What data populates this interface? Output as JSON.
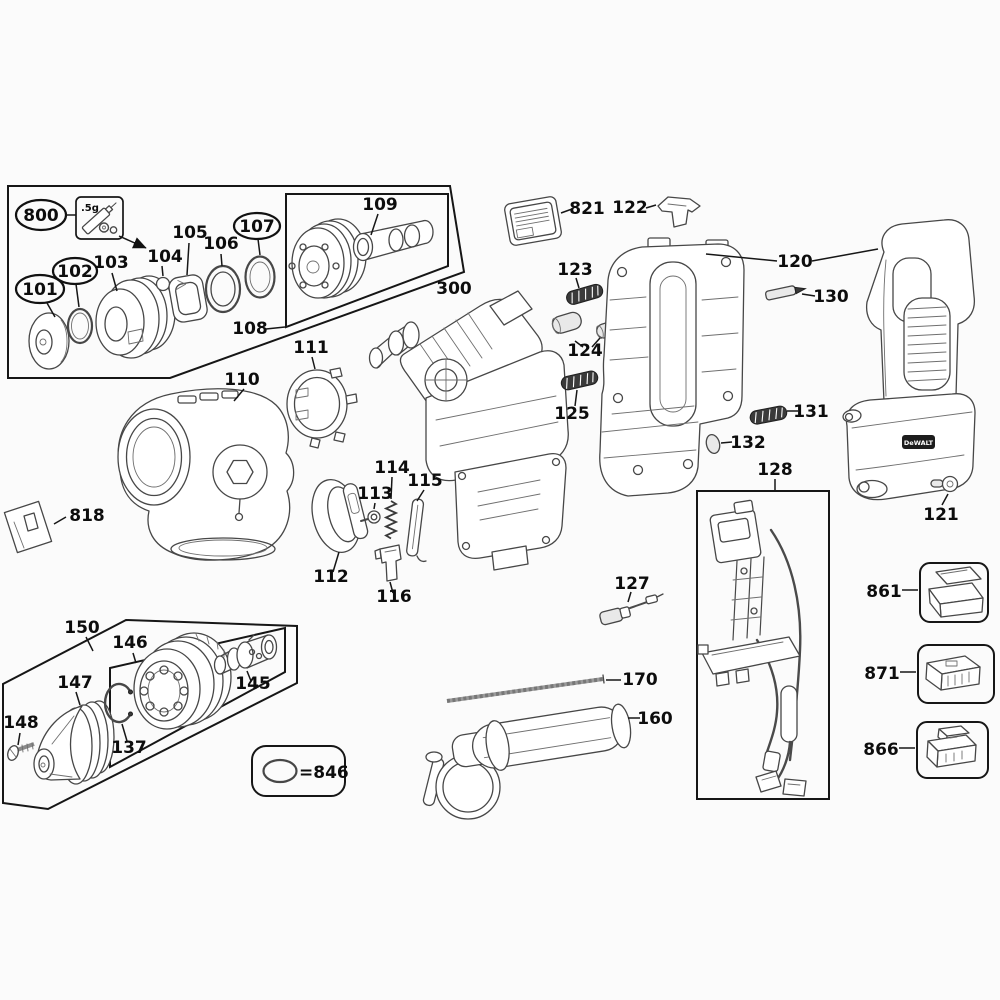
{
  "diagram": {
    "background": "#fbfbfb",
    "outline_color": "#161616",
    "part_line_color": "#474747",
    "label_color": "#0d0d0d"
  },
  "labels": {
    "l800": "800",
    "l101": "101",
    "l102": "102",
    "l103": "103",
    "l104": "104",
    "l105": "105",
    "l106": "106",
    "l107": "107",
    "l108": "108",
    "l109": "109",
    "l300": "300",
    "l110": "110",
    "l111": "111",
    "l112": "112",
    "l113": "113",
    "l114": "114",
    "l115": "115",
    "l116": "116",
    "l818": "818",
    "l821": "821",
    "l122": "122",
    "l123": "123",
    "l124": "124",
    "l125": "125",
    "l120": "120",
    "l130": "130",
    "l131": "131",
    "l132": "132",
    "l128": "128",
    "l127": "127",
    "l121": "121",
    "l150": "150",
    "l146": "146",
    "l147": "147",
    "l148": "148",
    "l137": "137",
    "l145": "145",
    "l170": "170",
    "l160": "160",
    "l861": "861",
    "l871": "871",
    "l866": "866",
    "l846": "=846"
  },
  "legend": {
    "grease_qty": ".5g"
  },
  "brand": {
    "logo_text": "DeWALT"
  }
}
